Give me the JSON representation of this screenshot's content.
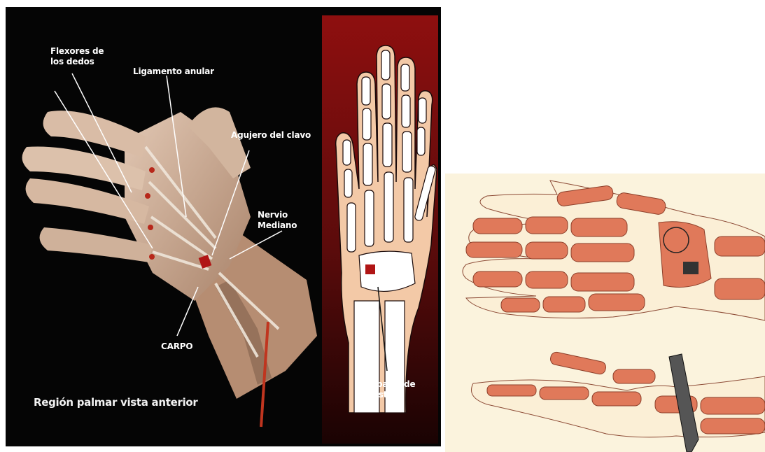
{
  "labels": {
    "flexores": "Flexores de\nlos dedos",
    "ligamento": "Ligamento anular",
    "agujero": "Agujero del clavo",
    "nervio": "Nervio\nMediano",
    "carpo": "CARPO",
    "espacio": "Espacio de\nDestot"
  },
  "caption": "Región palmar vista anterior",
  "colors": {
    "background_dark": "#050505",
    "marker_red": "#b01515",
    "skin_tone": "#c8a58c",
    "bone_red": "#dd7d5a",
    "gradient_top": "#8e0f0f"
  }
}
